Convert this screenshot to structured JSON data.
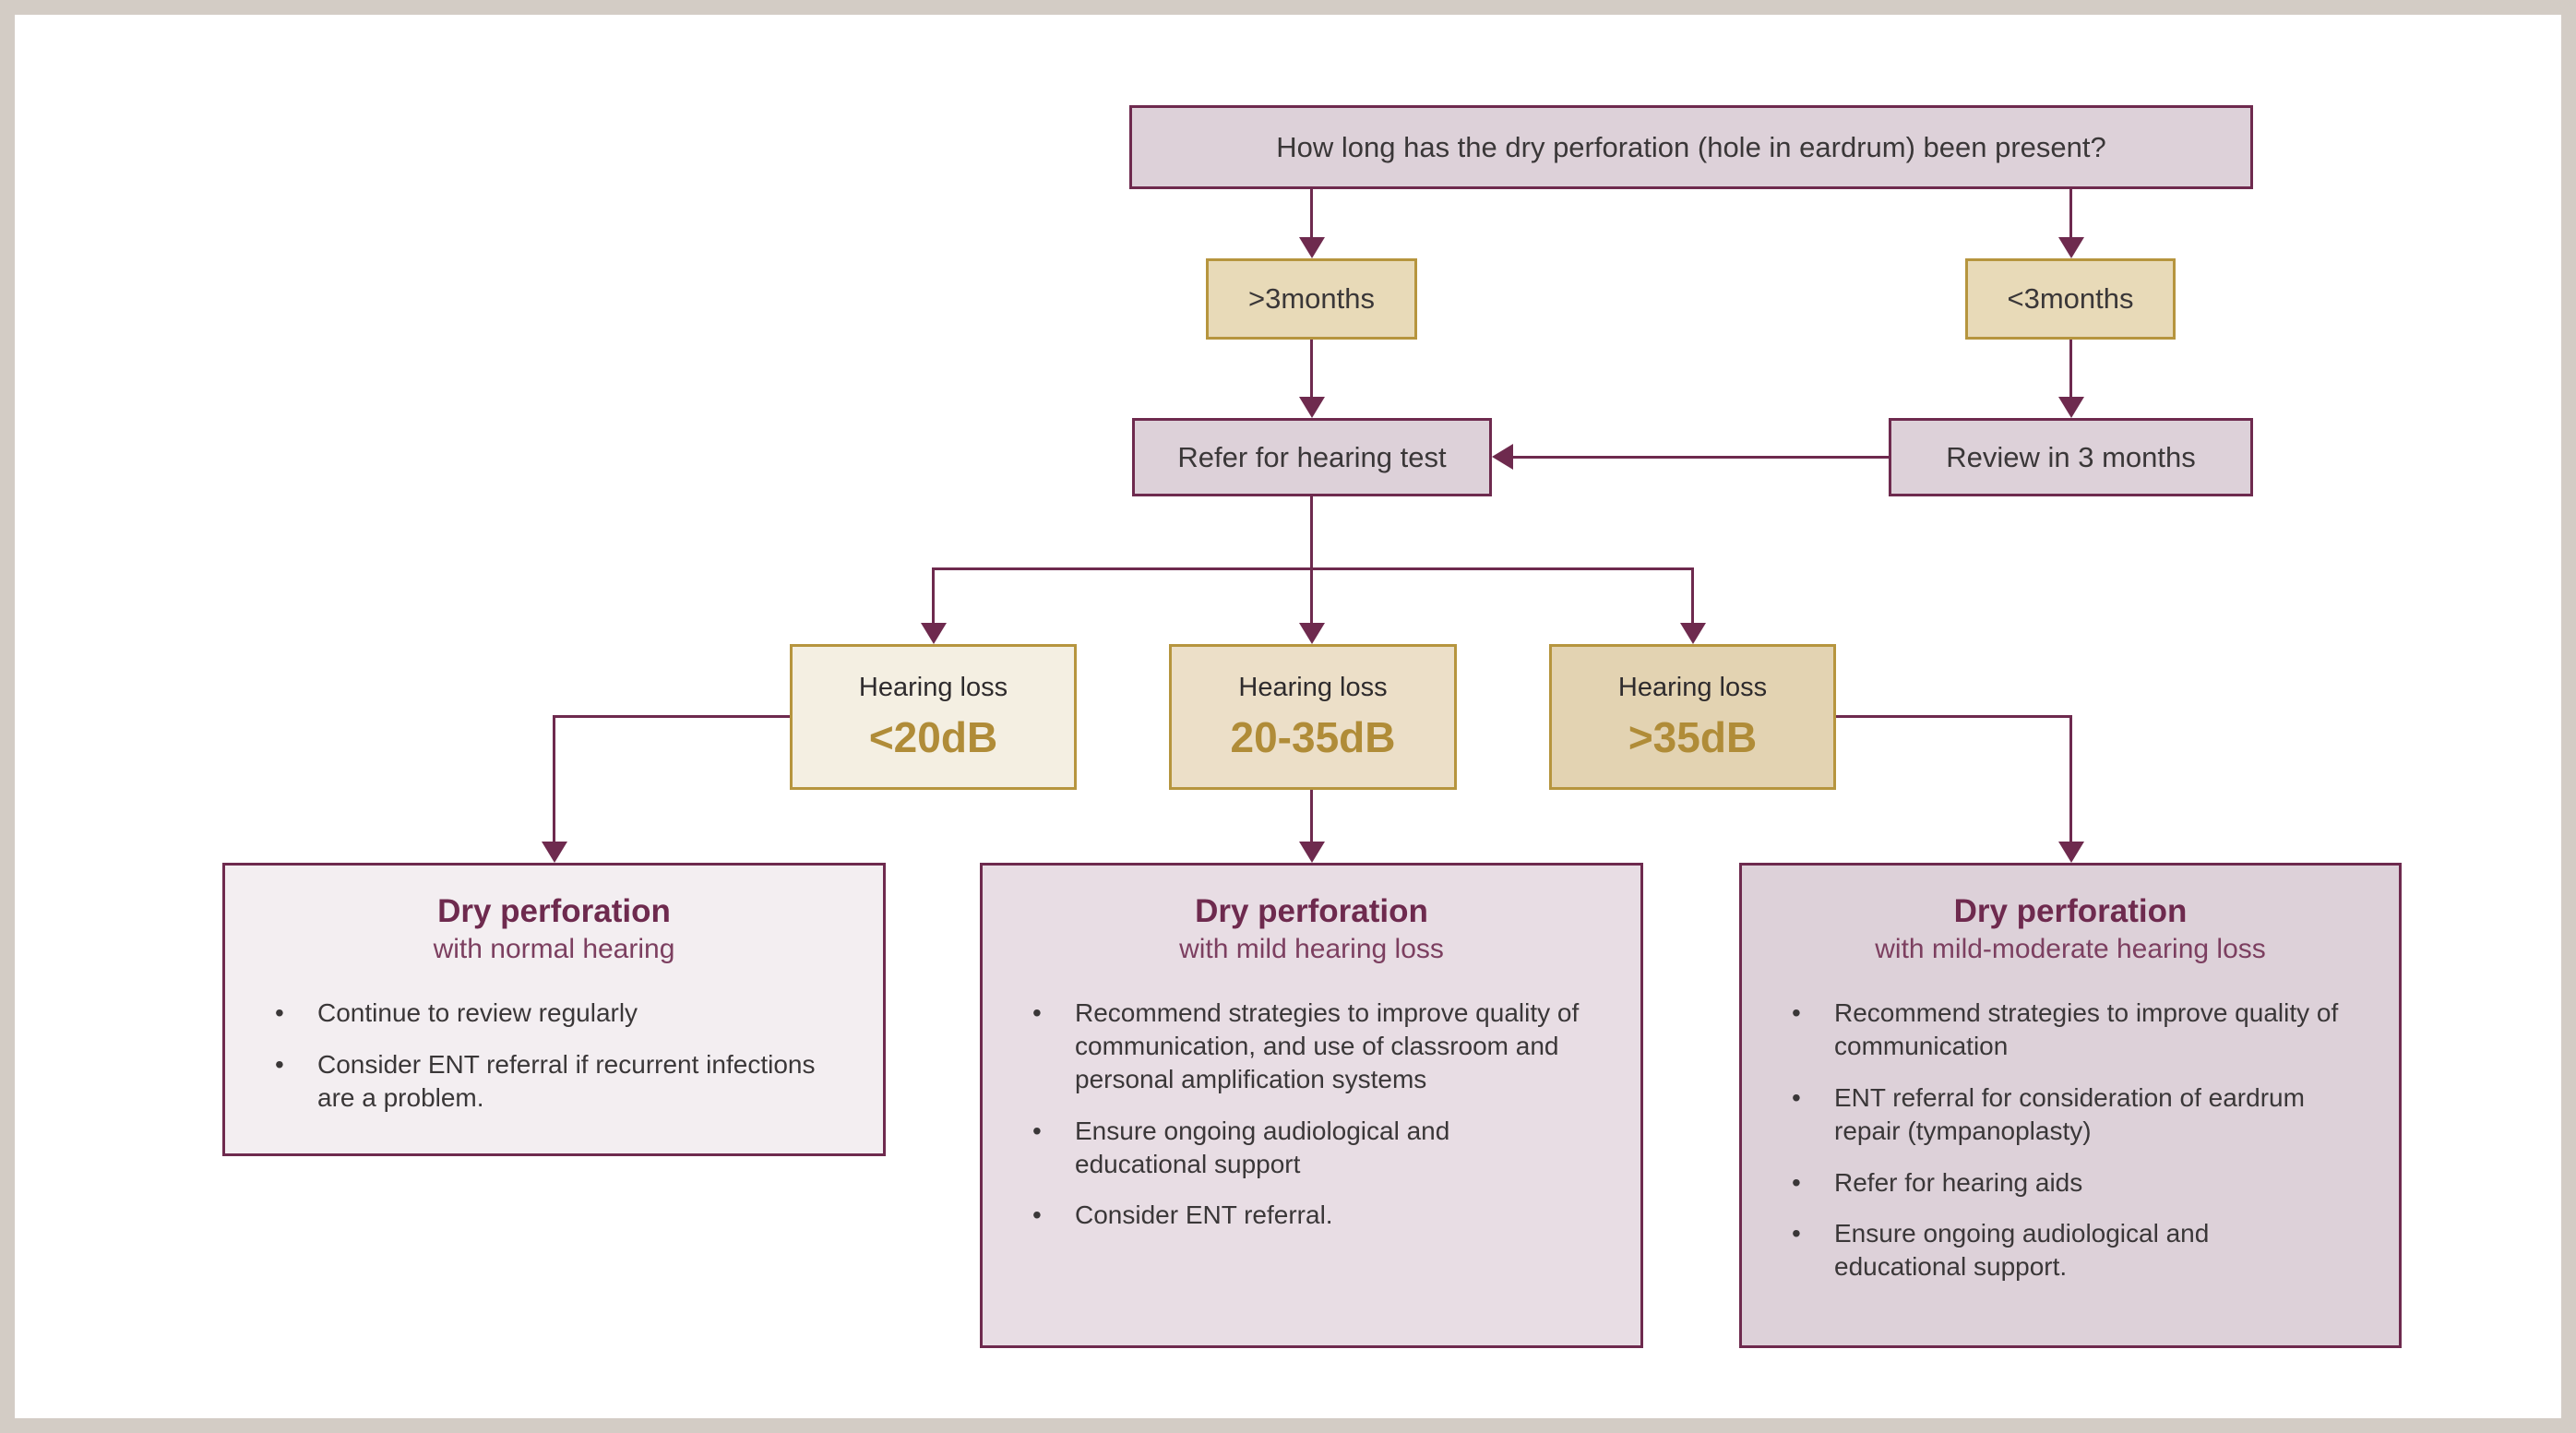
{
  "colors": {
    "maroon": "#6e2a4e",
    "maroon-soft": "#7c3f60",
    "gold": "#b6953e",
    "gold-text": "#b08c38",
    "node-pink": "#ddd1d9",
    "tan-node": "#e8dab8",
    "db1-fill": "#f4efe2",
    "db2-fill": "#ecdfc8",
    "db3-fill": "#e3d3b2",
    "out1-fill": "#f3eef1",
    "out2-fill": "#e8dde4",
    "out3-fill": "#ddd1d9",
    "body-text": "#3a3738",
    "frame": "#d3ccc5"
  },
  "flow": {
    "question": "How long has the dry perforation (hole in eardrum) been present?",
    "branch_left": ">3months",
    "branch_right": "<3months",
    "action_left": "Refer for hearing test",
    "action_right": "Review in 3 months",
    "levels": [
      {
        "label": "Hearing loss",
        "value": "<20dB"
      },
      {
        "label": "Hearing loss",
        "value": "20-35dB"
      },
      {
        "label": "Hearing loss",
        "value": ">35dB"
      }
    ],
    "outcomes": [
      {
        "title": "Dry perforation",
        "subtitle": "with normal hearing",
        "bullets": [
          "Continue to review regularly",
          "Consider ENT referral if recurrent infections are a problem."
        ]
      },
      {
        "title": "Dry perforation",
        "subtitle": "with mild hearing loss",
        "bullets": [
          "Recommend strategies to improve quality of communication, and use of classroom and personal amplification systems",
          "Ensure ongoing audiological and educational support",
          "Consider ENT referral."
        ]
      },
      {
        "title": "Dry perforation",
        "subtitle": "with mild-moderate hearing loss",
        "bullets": [
          "Recommend strategies to improve quality of communication",
          "ENT referral for consideration of eardrum repair (tympanoplasty)",
          "Refer for hearing aids",
          "Ensure ongoing audiological and educational support."
        ]
      }
    ]
  }
}
